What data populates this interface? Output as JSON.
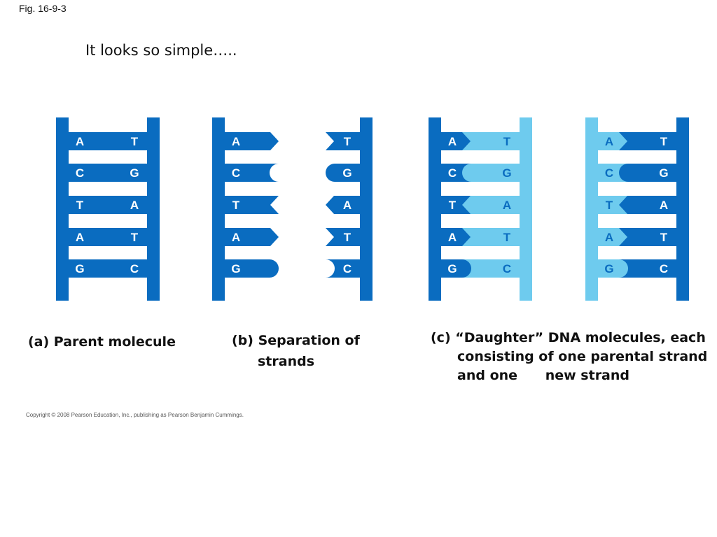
{
  "figure_label": "Fig. 16-9-3",
  "subtitle": "It looks so simple…..",
  "colors": {
    "parent_strand": "#0a6cc0",
    "new_strand": "#6ecbee",
    "letter_on_dark": "#ffffff",
    "letter_on_light": "#0a6cc0"
  },
  "panels": [
    {
      "id": "a",
      "caption": [
        "(a) Parent molecule"
      ],
      "left_strand": "parent",
      "right_strand": "parent",
      "pairs": [
        [
          "A",
          "T"
        ],
        [
          "C",
          "G"
        ],
        [
          "T",
          "A"
        ],
        [
          "A",
          "T"
        ],
        [
          "G",
          "C"
        ]
      ]
    },
    {
      "id": "b",
      "caption": [
        "(b) Separation of",
        "strands"
      ],
      "left_strand": "parent",
      "right_strand": "parent",
      "separated": true,
      "pairs": [
        [
          "A",
          "T"
        ],
        [
          "C",
          "G"
        ],
        [
          "T",
          "A"
        ],
        [
          "A",
          "T"
        ],
        [
          "G",
          "C"
        ]
      ]
    },
    {
      "id": "c",
      "caption": [
        "(c) “Daughter” DNA molecules, each",
        "consisting of one parental strand",
        "and one      new strand"
      ],
      "molecules": [
        {
          "left_strand": "parent",
          "right_strand": "new",
          "pairs": [
            [
              "A",
              "T"
            ],
            [
              "C",
              "G"
            ],
            [
              "T",
              "A"
            ],
            [
              "A",
              "T"
            ],
            [
              "G",
              "C"
            ]
          ]
        },
        {
          "left_strand": "new",
          "right_strand": "parent",
          "pairs": [
            [
              "A",
              "T"
            ],
            [
              "C",
              "G"
            ],
            [
              "T",
              "A"
            ],
            [
              "A",
              "T"
            ],
            [
              "G",
              "C"
            ]
          ]
        }
      ]
    }
  ],
  "copyright": "Copyright © 2008 Pearson Education, Inc., publishing as Pearson Benjamin Cummings."
}
